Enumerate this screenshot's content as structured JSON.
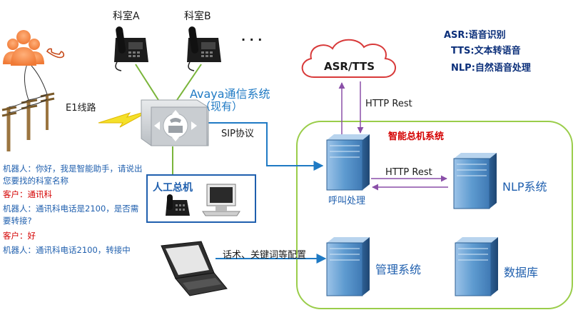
{
  "phones": {
    "a_label": "科室A",
    "b_label": "科室B",
    "more": "· · ·"
  },
  "trunk": {
    "label": "E1线路"
  },
  "avaya": {
    "title": "Avaya通信系统",
    "subtitle": "（现有）"
  },
  "links": {
    "sip": "SIP协议",
    "http_top": "HTTP Rest",
    "http_mid": "HTTP Rest",
    "config": "话术、关键词等配置"
  },
  "cloud": {
    "label": "ASR/TTS"
  },
  "legend": {
    "asr": "ASR:语音识别",
    "tts": "TTS:文本转语音",
    "nlp": "NLP:自然语音处理"
  },
  "system": {
    "title": "智能总机系统",
    "call": "呼叫处理",
    "nlp": "NLP系统",
    "mgmt": "管理系统",
    "db": "数据库"
  },
  "operator": {
    "label": "人工总机"
  },
  "dialogue": [
    {
      "who": "robot",
      "text": "机器人：你好，我是智能助手，请说出您要找的科室名称"
    },
    {
      "who": "customer",
      "text": "客户：通讯科"
    },
    {
      "who": "robot",
      "text": "机器人：通讯科电话是2100，是否需要转接?"
    },
    {
      "who": "customer",
      "text": "客户：好"
    },
    {
      "who": "robot",
      "text": "机器人：通讯科电话2100，转接中"
    }
  ],
  "colors": {
    "accent_blue": "#1f7ac4",
    "green_line": "#7ab53a",
    "purple_line": "#8a4fa8",
    "red_text": "#d40000",
    "server_blue": "#5e9bd0"
  }
}
